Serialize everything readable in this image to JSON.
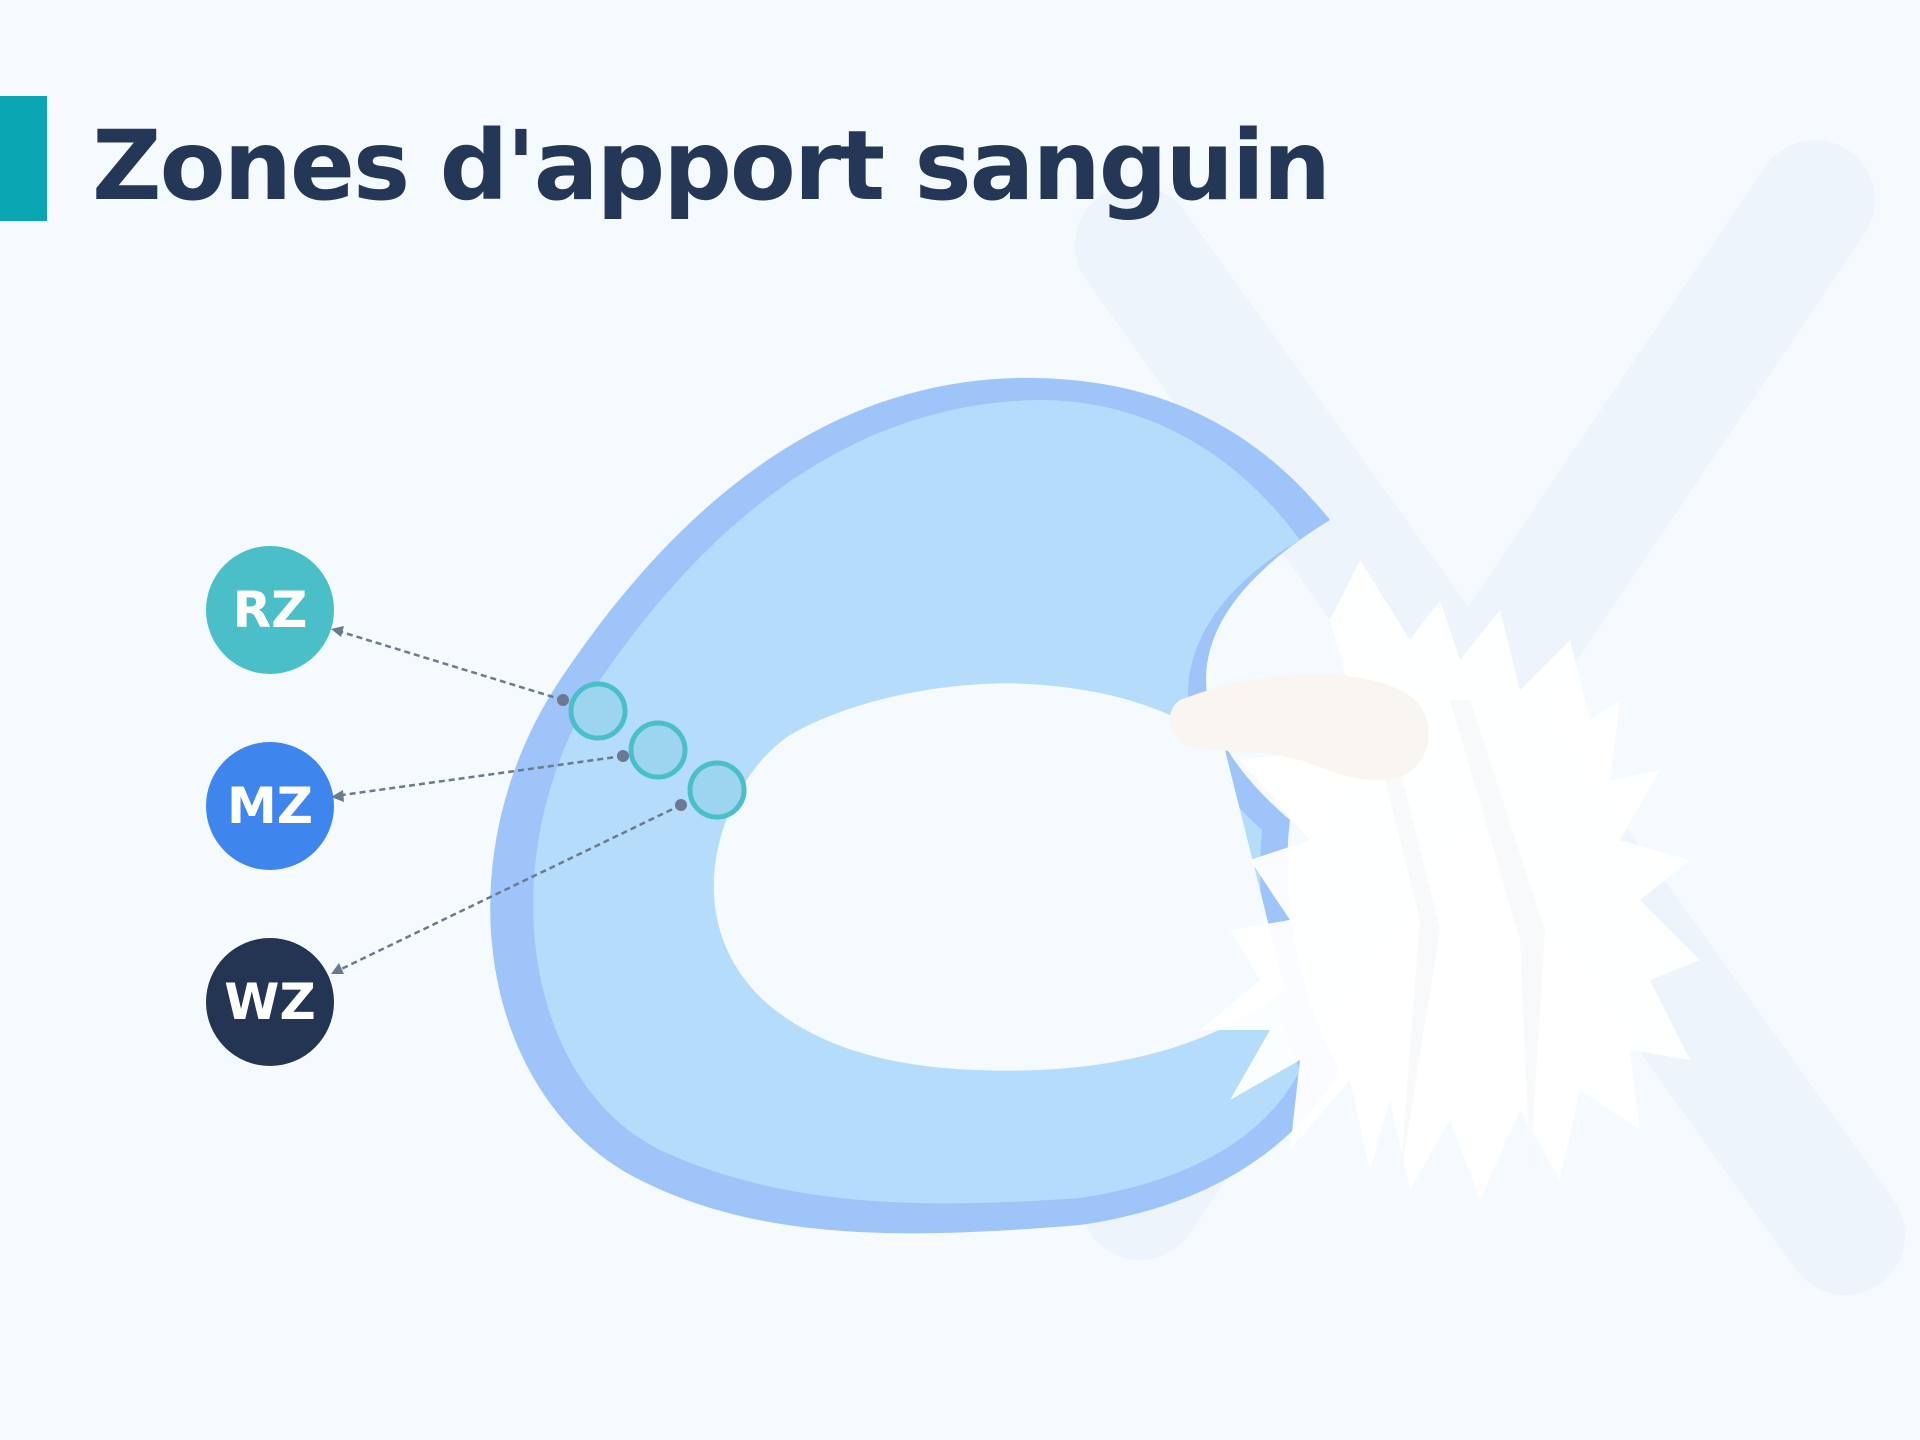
{
  "title": "Zones d'apport sanguin",
  "zones": [
    {
      "key": "rz",
      "label": "RZ",
      "color": "#4bbfc7"
    },
    {
      "key": "mz",
      "label": "MZ",
      "color": "#3f85ee"
    },
    {
      "key": "wz",
      "label": "WZ",
      "color": "#233553"
    }
  ],
  "colors": {
    "accent": "#0aa6b1",
    "title": "#243756",
    "background": "#f4fafd",
    "meniscus_fill": "#b5dcfa",
    "meniscus_rim": "#9fc4f9",
    "vessel_ring": "#4bbfc7",
    "vessel_fill": "#9dd5f0",
    "leader_line": "#6b7a90"
  }
}
